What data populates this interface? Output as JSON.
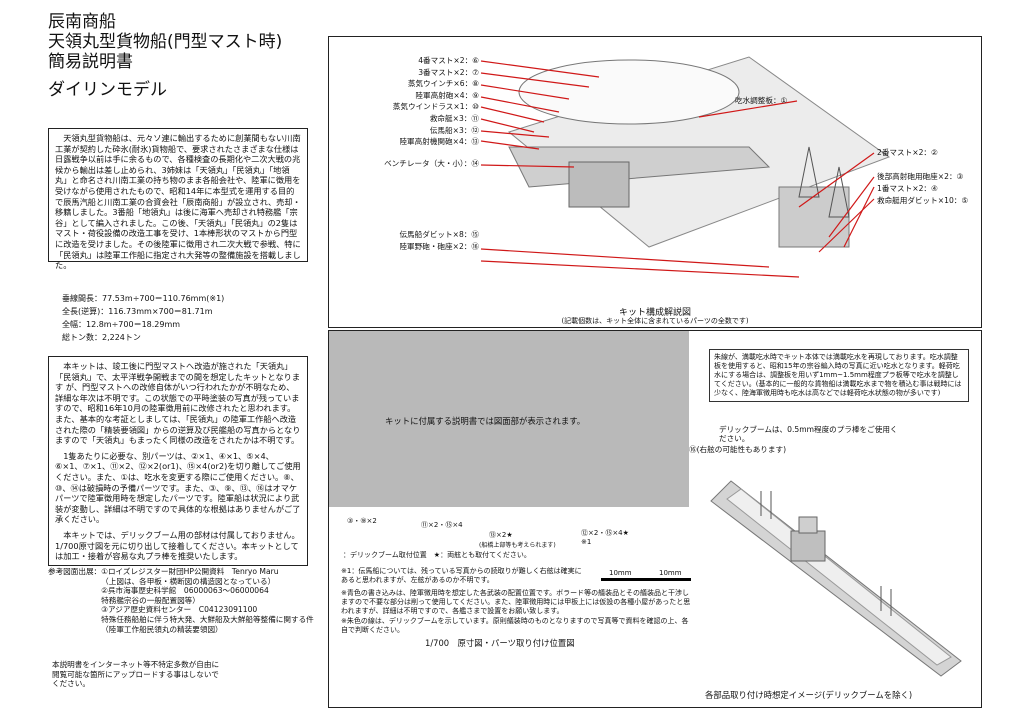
{
  "title_lines": [
    "辰南商船",
    "天領丸型貨物船(門型マスト時)",
    "簡易説明書"
  ],
  "brand": "ダイリンモデル",
  "intro": "天領丸型貨物船は、元々ソ連に輸出するために創業間もない川南工業が契約した砕氷(耐氷)貨物船で、要求されたさまざまな仕様は日露戦争以前は手に余るもので、各種検査の長期化や二次大戦の兆候から輸出は差し止められ、3姉妹は「天領丸」「民領丸」「地領丸」と命名され川南工業の持ち物のまま各船会社や、陸軍に徴用を受けながら使用されたもので、昭和14年に本型式を運用する目的で辰馬汽船と川南工業の合資会社「辰南商船」が設立され、売却・移籍しました。3番船「地領丸」は後に海軍へ売却され特務艦「宗谷」として編入されました。この後、「天領丸」「民領丸」の2隻はマスト・荷役設備の改造工事を受け、1本棒形状のマストから門型に改造を受けました。その後陸軍に徴用され二次大戦で参戦、特に「民領丸」は陸軍工作船に指定され大発等の整備施設を搭載しました。",
  "specs": [
    "垂線間長：77.53m÷700＝110.76mm(※1)",
    "全長(逆算)：116.73mm×700＝81.71m",
    "全幅：12.8m÷700＝18.29mm",
    "総トン数：2,224トン"
  ],
  "kit_desc": "本キットは、竣工後に門型マストへ改造が施された「天領丸」「民領丸」で、太平洋戦争開戦までの間を想定したキットとなります が、門型マストへの改修自体がいつ行われたかが不明なため、詳細な年次は不明です。この状態での平時塗装の写真が残っていますので、昭和16年10月の陸軍徴用前に改修されたと思われます。また、基本的な考証としましては、「民領丸」の陸軍工作船へ改造された際の「精装要領図」からの逆算及び民艦船の写真からとなりますので「天領丸」もまったく同様の改造をされたかは不明です。",
  "kit_note2": "1隻あたりに必要な、別パーツは、②×1、④×1、⑤×4、⑥×1、⑦×1、⑪×2、⑫×2(or1)、⑮×4(or2)を切り離してご使用ください。また、①は、吃水を変更する際にご使用ください。⑧、⑩、⑭は破損時の予備パーツです。また、③、⑨、⑬、⑯はオマケパーツで陸軍徴用時を想定したパーツです。陸軍船は状況により武装が変動し、詳細は不明ですので具体的な根拠はありませんがご了承ください。",
  "kit_note3": "本キットでは、デリックブーム用の部材は付属しておりません。1/700原寸図を元に切り出して接着してください。本キットとしては加工・接着が容易な丸プラ棒を推奨いたします。",
  "refs_title": "参考図面出展：",
  "refs": [
    "①ロイズレジスター財団HP公開資料　Tenryo Maru",
    "（上図は、各甲板・横断図の構造図となっている）",
    "②呉市海事歴史科学館　06000063～06000064",
    "特務艦宗谷の一般配置図等）",
    "③アジア歴史資料センター　C04123091100",
    "特殊任務船舶に伴う特大発、大鮮船及大鮮船等整備に関する件",
    "（陸軍工作船民領丸の精装要領図）"
  ],
  "footer": "本説明書をインターネット等不特定多数が自由に閲覧可能な箇所にアップロードする事はしないでください。",
  "parts_left": [
    "4番マスト×2：⑥",
    "3番マスト×2：⑦",
    "蒸気ウインチ×6：⑧",
    "陸軍高射砲×4：⑨",
    "蒸気ウインドラス×1：⑩",
    "救命艇×3：⑪",
    "伝馬船×3：⑫",
    "陸軍高射機関砲×4：⑬",
    "ベンチレータ（大・小）：⑭",
    "伝馬船ダビット×8：⑮",
    "陸軍野砲・砲座×2：⑯"
  ],
  "parts_right": [
    "吃水調整板：①",
    "2番マスト×2：②",
    "後部高射砲用砲座×2：③",
    "1番マスト×2：④",
    "救命艇用ダビット×10：⑤"
  ],
  "kit_caption": "キット構成解説図",
  "kit_caption2": "(記載個数は、キット全体に含まれているパーツの全数です)",
  "gray_text": "キットに付属する説明書では図面部が表示されます。",
  "draft_note": "朱線が、満載吃水時でキット本体では満載吃水を再現しております。吃水調整板を使用すると、昭和15年の宗谷編入時の写真に近い吃水となります。軽荷吃水にする場合は、調整板を用いず1mm~1.5mm程度プラ板等で吃水を調整してください。(基本的に一般的な貨物船は満載吃水まで物を積込む事は戦時には少なく、陸海軍徴用時も吃水は高などでは軽荷吃水状態の物が多いです)",
  "boom_note": "デリックブームは、0.5mm程度のプラ棒をご使用ください。",
  "right_flag": "⑯(右舷の可能性もあります)",
  "mark1": "③・⑨×2",
  "mark2": "⑪×2・⑮×4",
  "mark3": "⑬×2★",
  "mark3b": "(船橋上部等も考えられます)",
  "mark4": "⑫×2・⑮×4★",
  "mark4b": "※1",
  "legend": "：デリックブーム取付位置　★：両舷とも取付てください。",
  "scale_a": "10mm",
  "scale_b": "10mm",
  "notes": [
    "※1：伝馬船については、残っている写真からの読取りが難しく右舷は確実に",
    "あると思われますが、左舷があるのか不明です。",
    "※青色の書き込みは、陸軍徴用時を想定した各武装の配置位置です。ボラード等の艤装品とその艤装品と干渉しますので不要な部分は削って使用してください。また、陸軍徴用時には甲板上には仮設の各種小屋があったと思われますが、詳細は不明ですので、各艦さまで設置をお願い致します。",
    "※朱色の線は、デリックブームを示しています。原則艤装時のものとなりますので写真等で資料を確認の上、各自で判断ください。"
  ],
  "plan_caption": "1/700　原寸図・パーツ取り付け位置図",
  "img_caption": "各部品取り付け時想定イメージ(デリックブームを除く)"
}
